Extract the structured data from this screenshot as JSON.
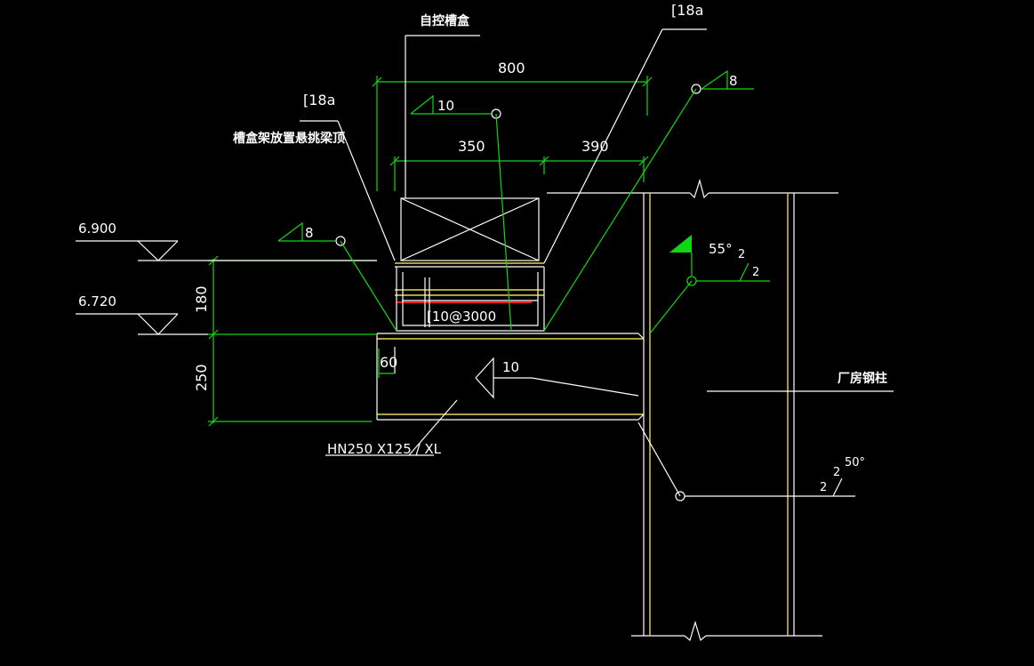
{
  "drawing": {
    "background": "#000000",
    "colors": {
      "dimension": "#13d613",
      "leader": "#ffffff",
      "steel": "#e6d65a",
      "highlight": "#ff1a1a"
    },
    "labels": {
      "self_control_trough": "自控槽盒",
      "channel_top_right": "[18a",
      "channel_left": "[18a",
      "trough_beam_note": "槽盒架放置悬挑梁顶",
      "channel_spacing": "[10@3000",
      "beam_section": "HN250 X125 / XL",
      "column_name": "厂房钢柱"
    },
    "dimensions": {
      "width_total": "800",
      "width_left": "350",
      "width_right": "390",
      "height_upper": "180",
      "height_lower": "250",
      "offset_60": "60"
    },
    "elevations": {
      "upper": "6.900",
      "lower": "6.720"
    },
    "welds": {
      "left_8": "8",
      "top_10": "10",
      "top_right_8": "8",
      "beam_10": "10",
      "groove_angle": "55°",
      "groove_2a": "2",
      "groove_2b": "2",
      "lower_angle": "50°",
      "lower_2a": "2",
      "lower_2b": "2"
    }
  }
}
